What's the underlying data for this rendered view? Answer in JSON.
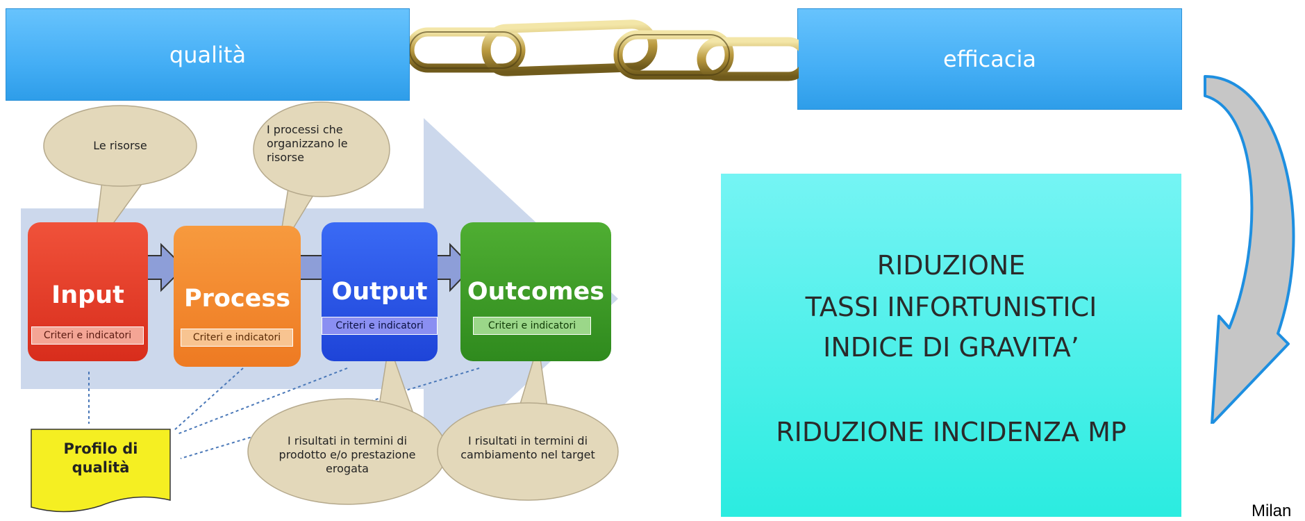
{
  "banners": {
    "left": "qualità",
    "right": "efficacia"
  },
  "diagram": {
    "stages": [
      {
        "title": "Input",
        "criteria": "Criteri e indicatori"
      },
      {
        "title": "Process",
        "criteria": "Criteri e indicatori"
      },
      {
        "title": "Output",
        "criteria": "Criteri e indicatori"
      },
      {
        "title": "Outcomes",
        "criteria": "Criteri e indicatori"
      }
    ],
    "callouts": {
      "resources": "Le risorse",
      "processes": "I processi che\norganizzano le\nrisorse",
      "output_results": "I risultati in termini di\nprodotto e/o prestazione\nerogata",
      "outcome_results": "I risultati in termini di\ncambiamento nel target"
    },
    "profile": "Profilo di\nqualità"
  },
  "results": {
    "line1": "RIDUZIONE",
    "line2": "TASSI INFORTUNISTICI",
    "line3": "INDICE DI GRAVITA’",
    "line4": "RIDUZIONE INCIDENZA MP"
  },
  "footer": {
    "partial_text": "Milan"
  },
  "colors": {
    "banner": "#44aef5",
    "results_box": "#4ff0ea",
    "input": "#e83a2a",
    "process": "#f08227",
    "output": "#2a5cf0",
    "outcomes": "#3d9a2a",
    "callout": "#e3d8ba",
    "profile": "#f5ef22"
  }
}
